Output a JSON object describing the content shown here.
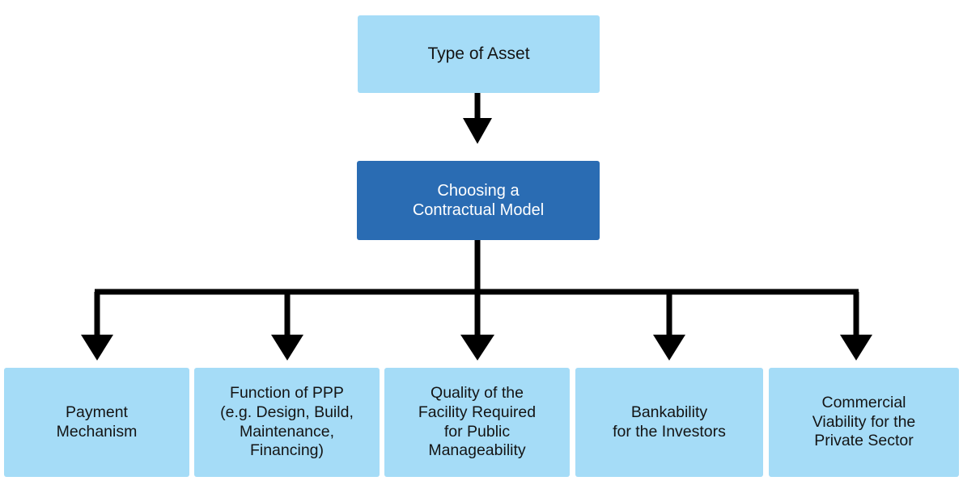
{
  "diagram": {
    "title_node": {
      "label": "Type of Asset"
    },
    "decision_node": {
      "label": "Choosing a\nContractual Model"
    },
    "factors": [
      {
        "label": "Payment\nMechanism"
      },
      {
        "label": "Function of PPP\n(e.g. Design, Build,\nMaintenance,\nFinancing)"
      },
      {
        "label": "Quality of the\nFacility Required\nfor Public\nManageability"
      },
      {
        "label": "Bankability\nfor the Investors"
      },
      {
        "label": "Commercial\nViability for the\nPrivate Sector"
      }
    ],
    "colors": {
      "node_light": "#a5dcf7",
      "node_dark": "#2a6cb3",
      "connector": "#000000",
      "text_dark": "#141414",
      "text_light": "#ffffff",
      "background": "#ffffff"
    }
  }
}
